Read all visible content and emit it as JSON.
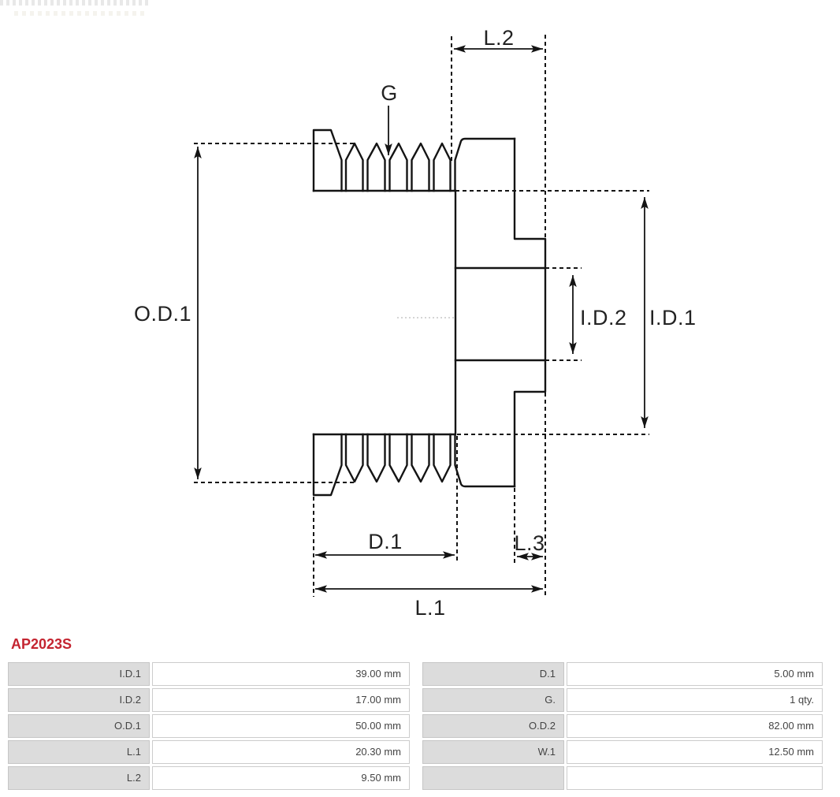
{
  "part": {
    "number": "AP2023S",
    "accent_color": "#c42430"
  },
  "drawing": {
    "labels": {
      "od1": "O.D.1",
      "id1": "I.D.1",
      "id2": "I.D.2",
      "g": "G",
      "l1": "L.1",
      "l2": "L.2",
      "l3": "L.3",
      "d1": "D.1"
    },
    "line_color": "#141414"
  },
  "table": {
    "left": [
      {
        "label": "I.D.1",
        "value": "39.00 mm"
      },
      {
        "label": "I.D.2",
        "value": "17.00 mm"
      },
      {
        "label": "O.D.1",
        "value": "50.00 mm"
      },
      {
        "label": "L.1",
        "value": "20.30 mm"
      },
      {
        "label": "L.2",
        "value": "9.50 mm"
      }
    ],
    "right": [
      {
        "label": "D.1",
        "value": "5.00 mm"
      },
      {
        "label": "G.",
        "value": "1 qty."
      },
      {
        "label": "O.D.2",
        "value": "82.00 mm"
      },
      {
        "label": "W.1",
        "value": "12.50 mm"
      },
      {
        "label": "",
        "value": ""
      }
    ]
  }
}
